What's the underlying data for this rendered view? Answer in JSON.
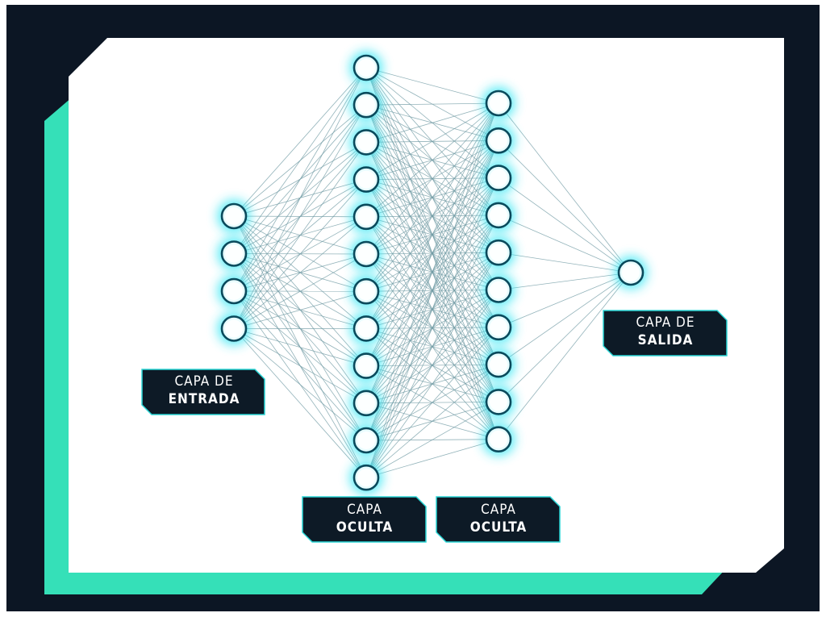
{
  "colors": {
    "frame_dark": "#0c1624",
    "accent": "#35e0b8",
    "canvas": "#ffffff",
    "node_fill": "#e9fdff",
    "node_stroke": "#0a4a5c",
    "node_glow": "#31e6f3",
    "edge": "#6f9aa3",
    "label_bg": "#0d1a26",
    "label_border": "#2ad6d6"
  },
  "network": {
    "layers": [
      {
        "name": "input",
        "nodes": 4
      },
      {
        "name": "hidden-1",
        "nodes": 12
      },
      {
        "name": "hidden-2",
        "nodes": 10
      },
      {
        "name": "output",
        "nodes": 1
      }
    ]
  },
  "labels": {
    "input": {
      "line1": "CAPA DE",
      "line2": "ENTRADA"
    },
    "hidden1": {
      "line1": "CAPA",
      "line2": "OCULTA"
    },
    "hidden2": {
      "line1": "CAPA",
      "line2": "OCULTA"
    },
    "output": {
      "line1": "CAPA DE",
      "line2": "SALIDA"
    }
  }
}
